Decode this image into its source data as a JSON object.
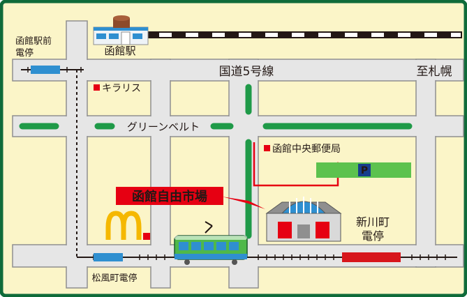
{
  "colors": {
    "frame": "#0f6b3a",
    "ground": "#fbf5c8",
    "road": "#e6e6e6",
    "road_edge": "#8f8f8f",
    "green_belt": "#1f9a48",
    "rail": "#231815",
    "marker_red": "#e60012",
    "tram_green": "#4fb84a",
    "tram_blue": "#2f8fd0",
    "parking_green": "#5cc24e",
    "parking_blue": "#163e8c",
    "banner": "#e60012"
  },
  "labels": {
    "hakodate_ekimae_1": "函館駅前",
    "hakodate_ekimae_2": "電停",
    "hakodate_station": "函館駅",
    "route5": "国道5号線",
    "to_sapporo": "至札幌",
    "kiraris": "キラリス",
    "green_belt": "グリーンベルト",
    "post_office": "函館中央郵便局",
    "parking": "P",
    "market": "函館自由市場",
    "shinkawacho_1": "新川町",
    "shinkawacho_2": "電停",
    "matsukazecho": "松風町電停"
  },
  "icons": {
    "station": "station-building-icon",
    "market_building": "market-building-icon",
    "tram": "tram-icon",
    "mcdonalds": "mcdonalds-logo",
    "parking": "parking-icon",
    "red_marker": "red-square-marker-icon",
    "arrow": "red-arrow-icon"
  }
}
